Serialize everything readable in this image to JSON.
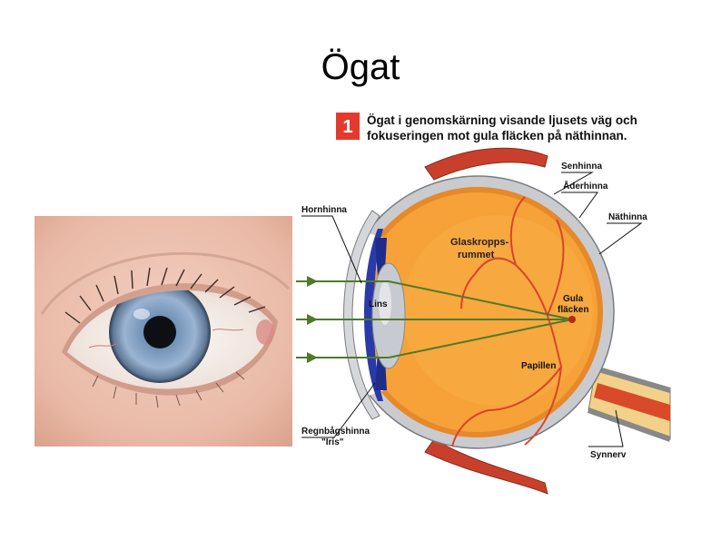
{
  "slide": {
    "title": "Ögat"
  },
  "diagram": {
    "badge": "1",
    "caption_line1": "Ögat i genomskärning visande ljusets väg och",
    "caption_line2": "fokuseringen mot gula fläcken på näthinnan.",
    "labels": {
      "senhinna": "Senhinna",
      "aderhinna": "Åderhinna",
      "nathinna": "Näthinna",
      "hornhinna": "Hornhinna",
      "glaskropp1": "Glaskropps-",
      "glaskropp2": "rummet",
      "lins": "Lins",
      "gula1": "Gula",
      "gula2": "fläcken",
      "papillen": "Papillen",
      "regnbag1": "Regnbågshinna",
      "regnbag2": "\"Iris\"",
      "synnerv": "Synnerv"
    }
  },
  "colors": {
    "badge_red": "#e23b2e",
    "sclera_gray": "#c9cbcf",
    "vitreous_orange": "#f6a238",
    "muscle_red": "#c8402c",
    "iris_blue": "#2a3aa8",
    "ray_green": "#4f7a2a"
  }
}
